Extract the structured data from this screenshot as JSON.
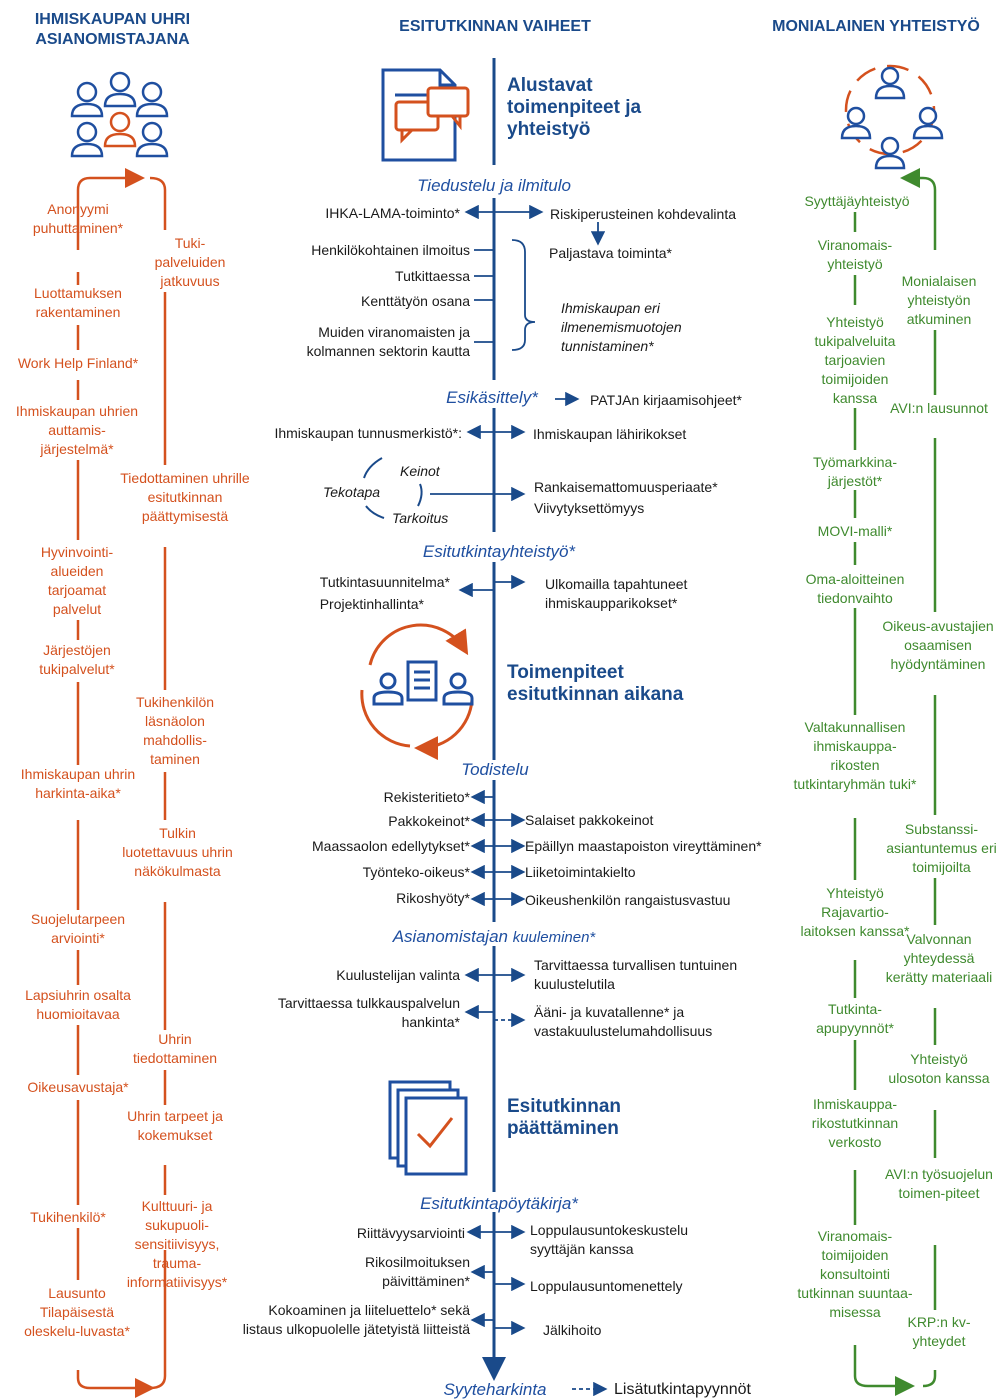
{
  "headers": {
    "left": "IHMISKAUPAN UHRI ASIANOMISTAJANA",
    "center": "ESITUTKINNAN VAIHEET",
    "right": "MONIALAINEN YHTEISTYÖ"
  },
  "left_col_a": [
    "Anonyymi puhuttaminen*",
    "Luottamuksen rakentaminen",
    "Work Help Finland*",
    "Ihmiskaupan uhrien auttamis-järjestelmä*",
    "Hyvinvointi-alueiden tarjoamat palvelut",
    "Järjestöjen tukipalvelut*",
    "Ihmiskaupan uhrin harkinta-aika*",
    "Suojelutarpeen arviointi*",
    "Lapsiuhrin osalta huomioitavaa",
    "Oikeusavustaja*",
    "Tukihenkilö*",
    "Lausunto Tilapäisestä oleskelu-luvasta*"
  ],
  "left_col_b": [
    "Tuki-palveluiden jatkuvuus",
    "Tiedottaminen uhrille esitutkinnan päättymisestä",
    "Tukihenkilön läsnäolon mahdollis-taminen",
    "Tulkin luotettavuus uhrin näkökulmasta",
    "Uhrin tiedottaminen",
    "Uhrin tarpeet ja kokemukset",
    "Kulttuuri- ja sukupuoli-sensitiivisyys, trauma-informatiivisyys*"
  ],
  "right_col_a": [
    "Syyttäjäyhteistyö",
    "Viranomais-yhteistyö",
    "Yhteistyö tukipalveluita tarjoavien toimijoiden kanssa",
    "Työmarkkina-järjestöt*",
    "MOVI-malli*",
    "Oma-aloitteinen tiedonvaihto",
    "Valtakunnallisen ihmiskauppa-rikosten tutkintaryhmän tuki*",
    "Yhteistyö Rajavartio-laitoksen kanssa*",
    "Tutkinta-apupyynnöt*",
    "Ihmiskauppa-rikostutkinnan verkosto",
    "Viranomais-toimijoiden konsultointi tutkinnan suuntaa-misessa"
  ],
  "right_col_b": [
    "Monialaisen yhteistyön atkuminen",
    "AVI:n lausunnot",
    "Oikeus-avustajien osaamisen hyödyntäminen",
    "Substanssi-asiantuntemus eri toimijoilta",
    "Valvonnan yhteydessä kerätty materiaali",
    "Yhteistyö ulosoton kanssa",
    "AVI:n työsuojelun toimen-piteet",
    "KRP:n kv-yhteydet"
  ],
  "phases": {
    "alustavat": "Alustavat toimenpiteet ja yhteistyö",
    "toimenpiteet": "Toimenpiteet esitutkinnan aikana",
    "paattaminen": "Esitutkinnan päättäminen"
  },
  "sections": {
    "tiedustelu": "Tiedustelu ja ilmitulo",
    "esikasittely": "Esikäsittely*",
    "esitutkintayhteistyo": "Esitutkintayhteistyö*",
    "todistelu": "Todistelu",
    "kuuleminen_a": "Asianomistajan",
    "kuuleminen_b": "kuuleminen*",
    "poytakirja": "Esitutkintapöytäkirja*",
    "syyteharkinta": "Syyteharkinta"
  },
  "tiedustelu": {
    "ihka": "IHKA-LAMA-toiminto*",
    "riski": "Riskiperusteinen kohdevalinta",
    "paljastava": "Paljastava toiminta*",
    "left_items": [
      "Henkilökohtainen ilmoitus",
      "Tutkittaessa",
      "Kenttätyön osana",
      "Muiden viranomaisten ja kolmannen sektorin kautta"
    ],
    "ilmenemis": "Ihmiskaupan eri ilmenemismuotojen tunnistaminen*"
  },
  "esikasittely": {
    "patja": "PATJAn kirjaamisohjeet*",
    "tunnusmerkisto": "Ihmiskaupan tunnusmerkistö*:",
    "lahirikokset": "Ihmiskaupan lähirikokset",
    "keinot": "Keinot",
    "tekotapa": "Tekotapa",
    "tarkoitus": "Tarkoitus",
    "rankaisemattomuus": "Rankaisemattomuusperiaate*",
    "viivytyksettomyys": "Viivytyksettömyys"
  },
  "esitutkintayhteistyo": {
    "left": [
      "Tutkintasuunnitelma*",
      "Projektinhallinta*"
    ],
    "right": "Ulkomailla tapahtuneet ihmiskauppa­rikokset*"
  },
  "todistelu": {
    "left": [
      "Rekisteritieto*",
      "Pakkokeinot*",
      "Maassaolon edellytykset*",
      "Työnteko-oikeus*",
      "Rikoshyöty*"
    ],
    "right": [
      "Salaiset pakkokeinot",
      "Epäillyn maastapoiston vireyttäminen*",
      "Liiketoimintakielto",
      "Oikeushenkilön rangaistusvastuu"
    ]
  },
  "kuuleminen": {
    "valinta": "Kuulustelijan valinta",
    "tulkkaus": "Tarvittaessa tulkkauspalvelun hankinta*",
    "tila": "Tarvittaessa turvallisen tuntuinen kuulustelutila",
    "tallenne": "Ääni- ja kuvatallenne* ja vastakuulustelumahdollisuus"
  },
  "poytakirja": {
    "left": [
      "Riittävyysarviointi",
      "Rikosilmoituksen päivittäminen*",
      "Kokoaminen ja liiteluettelo* sekä listaus ulkopuolelle jätetyistä liitteistä"
    ],
    "right": [
      "Loppulausuntokeskustelu syyttäjän kanssa",
      "Loppulausuntomenettely",
      "Jälkihoito"
    ]
  },
  "syyte_right": "Lisätutkintapyynnöt",
  "colors": {
    "orange": "#d4511e",
    "blue": "#1a4a8a",
    "green": "#3f8a2e"
  }
}
